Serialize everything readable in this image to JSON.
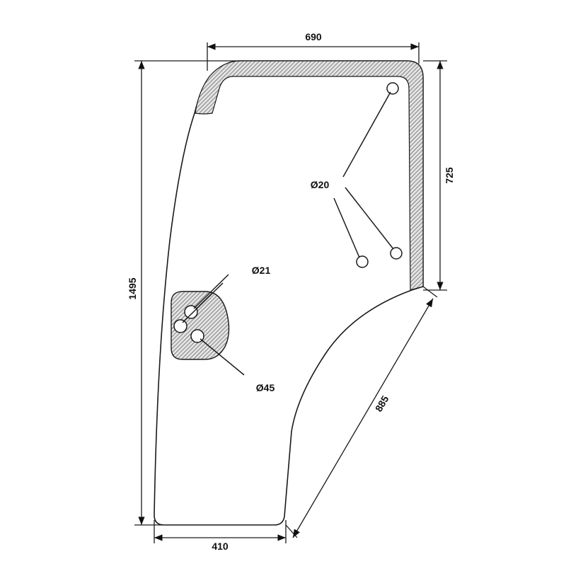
{
  "diagram": {
    "type": "technical-drawing",
    "subject": "door glass panel",
    "colors": {
      "line": "#1a1a1a",
      "hatch": "#555555",
      "hatch_bg": "#d9d9d9",
      "background": "#ffffff"
    },
    "dimensions": {
      "top_width": "690",
      "right_height": "725",
      "left_height": "1495",
      "bottom_width": "410",
      "diagonal": "885"
    },
    "callouts": {
      "hole_top_right": "Ø20",
      "hole_left_small": "Ø21",
      "hole_left_large": "Ø45"
    }
  }
}
